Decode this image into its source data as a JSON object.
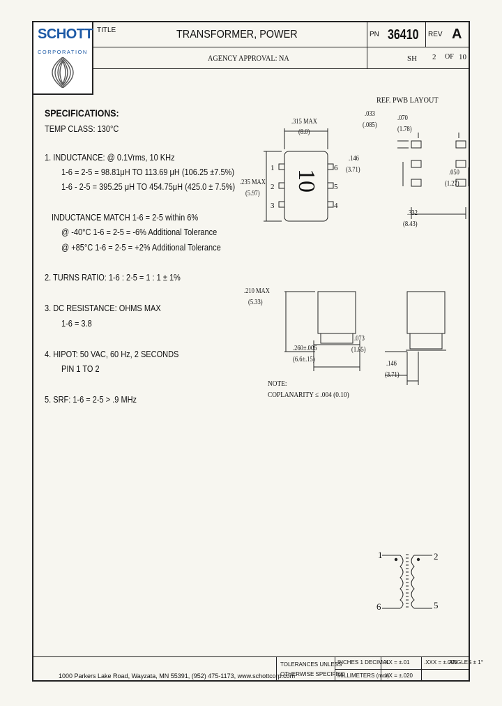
{
  "logo": {
    "brand": "SCHOTT",
    "corporation": "CORPORATION"
  },
  "title_block": {
    "title_label": "TITLE",
    "title": "TRANSFORMER, POWER",
    "pn_label": "PN",
    "pn": "36410",
    "rev_label": "REV",
    "rev": "A",
    "agency": "AGENCY APPROVAL: NA",
    "sh_label": "SH",
    "sheet_num": "2",
    "of_label": "OF",
    "sheet_total": "10"
  },
  "specs": {
    "heading": "SPECIFICATIONS:",
    "temp_class": "TEMP CLASS: 130°C",
    "inductance": "1. INDUCTANCE: @ 0.1Vrms, 10 KHz",
    "ind_line1": "1-6 = 2-5 = 98.81μH TO 113.69 μH (106.25 ±7.5%)",
    "ind_line2": "1-6 - 2-5 = 395.25 μH  TO 454.75μH (425.0 ± 7.5%)",
    "match": "INDUCTANCE MATCH 1-6 = 2-5 within 6%",
    "match_cold": "@ -40°C 1-6 = 2-5 = -6% Additional Tolerance",
    "match_hot": "@ +85°C 1-6 = 2-5 = +2% Additional Tolerance",
    "turns": "2. TURNS RATIO:  1-6 : 2-5 = 1 : 1 ± 1%",
    "dcr": "3. DC RESISTANCE:  OHMS MAX",
    "dcr_val": "1-6 = 3.8",
    "hipot": "4. HIPOT:  50 VAC, 60 Hz, 2 SECONDS",
    "hipot_pins": "PIN 1 TO 2",
    "srf": "5. SRF: 1-6 = 2-5 > .9 MHz"
  },
  "drawing": {
    "pwb_label": "REF. PWB LAYOUT",
    "dim_315": ".315 MAX",
    "dim_315_mm": "(8.0)",
    "dim_235": ".235 MAX",
    "dim_235_mm": "(5.97)",
    "dim_033": ".033",
    "dim_033_mm": "(.085)",
    "dim_070": ".070",
    "dim_070_mm": "(1.78)",
    "dim_146": ".146",
    "dim_146_mm": "(3.71)",
    "dim_050": ".050",
    "dim_050_mm": "(1.27)",
    "dim_332": ".332",
    "dim_332_mm": "(8.43)",
    "dim_210": ".210 MAX",
    "dim_210_mm": "(5.33)",
    "dim_260": ".260±.006",
    "dim_260_mm": "(6.6±.15)",
    "dim_073": ".073",
    "dim_073_mm": "(1.85)",
    "dim_146b": ".146",
    "dim_146b_mm": "(3.71)",
    "part_mark": "10",
    "pins_left": [
      "1",
      "2",
      "3"
    ],
    "pins_right": [
      "6",
      "5",
      "4"
    ],
    "note": "NOTE:",
    "coplanarity": "COPLANARITY ≤ .004 (0.10)",
    "schem_pins": [
      "1",
      "2",
      "6",
      "5"
    ]
  },
  "footer": {
    "address": "1000 Parkers Lake Road, Wayzata, MN 55391, (952) 475-1173, www.schottcorp.com",
    "tol_line1": "TOLERANCES UNLESS",
    "tol_line2": "OTHERWISE SPECIFIED",
    "inches_label": "INCHES  1 DECIMAL",
    "mm_label": "MILLIMETERS (mm)",
    "tol_xx": ".XX = ±.01",
    "tol_xxx": ".XXX = ±.005",
    "angles": "ANGLES ± 1°",
    "tol_mm": ".XX = ±.020"
  }
}
